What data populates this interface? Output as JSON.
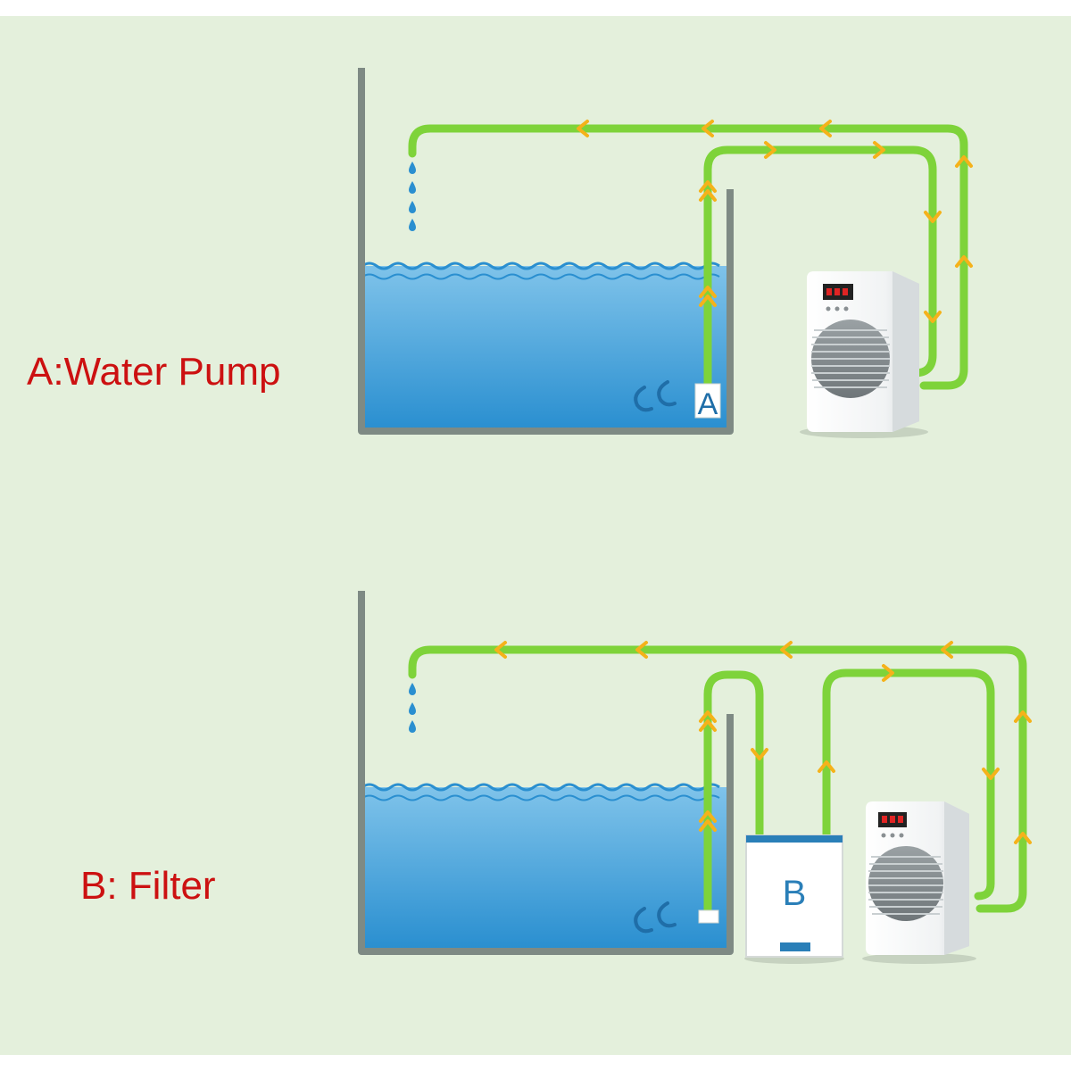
{
  "diagram": {
    "label_a": "A:Water Pump",
    "label_b": "B: Filter",
    "marker_a": "A",
    "marker_b": "B",
    "colors": {
      "background": "#e4f0dc",
      "pipe": "#7ed33a",
      "arrow": "#f5b21a",
      "water_top": "#7fc3ea",
      "water_bottom": "#2a8fd0",
      "tank_wall": "#7e8a84",
      "label_text": "#cc1111",
      "filter_text": "#2a7fb8",
      "display": "#d62020"
    }
  }
}
